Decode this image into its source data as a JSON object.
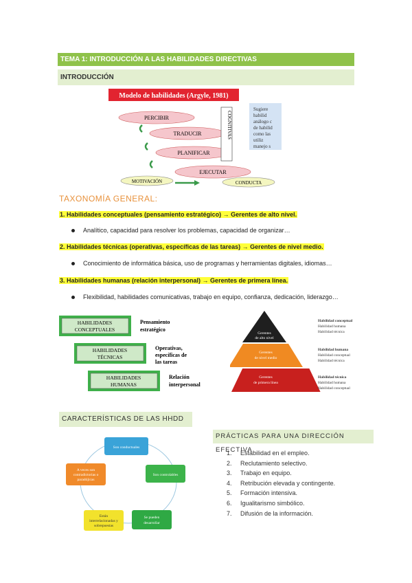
{
  "header": {
    "tema": "TEMA 1: INTRODUCCIÓN A LAS HABILIDADES DIRECTIVAS",
    "intro": "INTRODUCCIÓN"
  },
  "argyle": {
    "title": "Modelo de habilidades (Argyle, 1981)",
    "percibir": "PERCIBIR",
    "traducir": "TRADUCIR",
    "planificar": "PLANIFICAR",
    "ejecutar": "EJECUTAR",
    "motivacion": "MOTIVACIÓN",
    "conducta": "CONDUCTA",
    "cognitivas": "COGNITIVAS",
    "side_text": [
      "Sugiere",
      "habilid",
      "análogo c",
      "de habilid",
      "como las",
      "utiliz",
      "manejo s"
    ]
  },
  "taxonomia": {
    "title": "TAXONOMÍA GENERAL:",
    "items": [
      {
        "heading": "1. Habilidades conceptuales (pensamiento estratégico) → Gerentes de alto nivel.",
        "bullet": "Analítico, capacidad para resolver los problemas, capacidad de organizar…"
      },
      {
        "heading": "2. Habilidades técnicas (operativas, específicas de las tareas) → Gerentes de nivel medio.",
        "bullet": "Conocimiento de informática básica, uso de programas y herramientas digitales, idiomas…"
      },
      {
        "heading": "3. Habilidades humanas (relación interpersonal) → Gerentes de primera línea.",
        "bullet": "Flexibilidad, habilidades comunicativas, trabajo en equipo, confianza, dedicación, liderazgo…"
      }
    ]
  },
  "stairs": [
    {
      "box": "HABILIDADES CONCEPTUALES",
      "l1": "HABILIDADES",
      "l2": "CONCEPTUALES",
      "desc1": "Pensamiento",
      "desc2": "estratégico",
      "desc3": ""
    },
    {
      "box": "HABILIDADES TÉCNICAS",
      "l1": "HABILIDADES",
      "l2": "TÉCNICAS",
      "desc1": "Operativas,",
      "desc2": "específicas de",
      "desc3": "las tareas"
    },
    {
      "box": "HABILIDADES HUMANAS",
      "l1": "HABILIDADES",
      "l2": "HUMANAS",
      "desc1": "Relación",
      "desc2": "interpersonal",
      "desc3": ""
    }
  ],
  "pyramid": [
    {
      "l1": "Gerentes",
      "l2": "de alto nivel",
      "color": "#1f1f1f",
      "labels": [
        "Habilidad conceptual",
        "Habilidad humana",
        "Habilidad técnica"
      ]
    },
    {
      "l1": "Gerentes",
      "l2": "de nivel medio",
      "color": "#f08a22",
      "labels": [
        "Habilidad humana",
        "Habilidad conceptual",
        "Habilidad técnica"
      ]
    },
    {
      "l1": "Gerentes",
      "l2": "de primera línea",
      "color": "#c8201e",
      "labels": [
        "Habilidad técnica",
        "Habilidad humana",
        "Habilidad conceptual"
      ]
    }
  ],
  "caracteristicas": {
    "title": "CARACTERÍSTICAS DE LAS HHDD",
    "nodes": [
      {
        "lines": [
          "Son conductuales"
        ],
        "color": "#3aa3d8"
      },
      {
        "lines": [
          "Son controlables"
        ],
        "color": "#3cb34a"
      },
      {
        "lines": [
          "Se pueden",
          "desarrollar"
        ],
        "color": "#2fa944"
      },
      {
        "lines": [
          "Están",
          "interrelacionadas y",
          "sobrepuestas"
        ],
        "color": "#f2e22c"
      },
      {
        "lines": [
          "A veces son",
          "contradictorias o",
          "paradójicas"
        ],
        "color": "#f08a2a"
      }
    ]
  },
  "practicas": {
    "title": "PRÁCTICAS PARA UNA DIRECCIÓN EFECTIVA",
    "items": [
      {
        "n": "1.",
        "t": "Estabilidad en el empleo."
      },
      {
        "n": "2.",
        "t": "Reclutamiento selectivo."
      },
      {
        "n": "3.",
        "t": "Trabajo en equipo."
      },
      {
        "n": "4.",
        "t": "Retribución elevada y contingente."
      },
      {
        "n": "5.",
        "t": "Formación intensiva."
      },
      {
        "n": "6.",
        "t": "Igualitarismo simbólico."
      },
      {
        "n": "7.",
        "t": "Difusión de la información."
      }
    ]
  }
}
